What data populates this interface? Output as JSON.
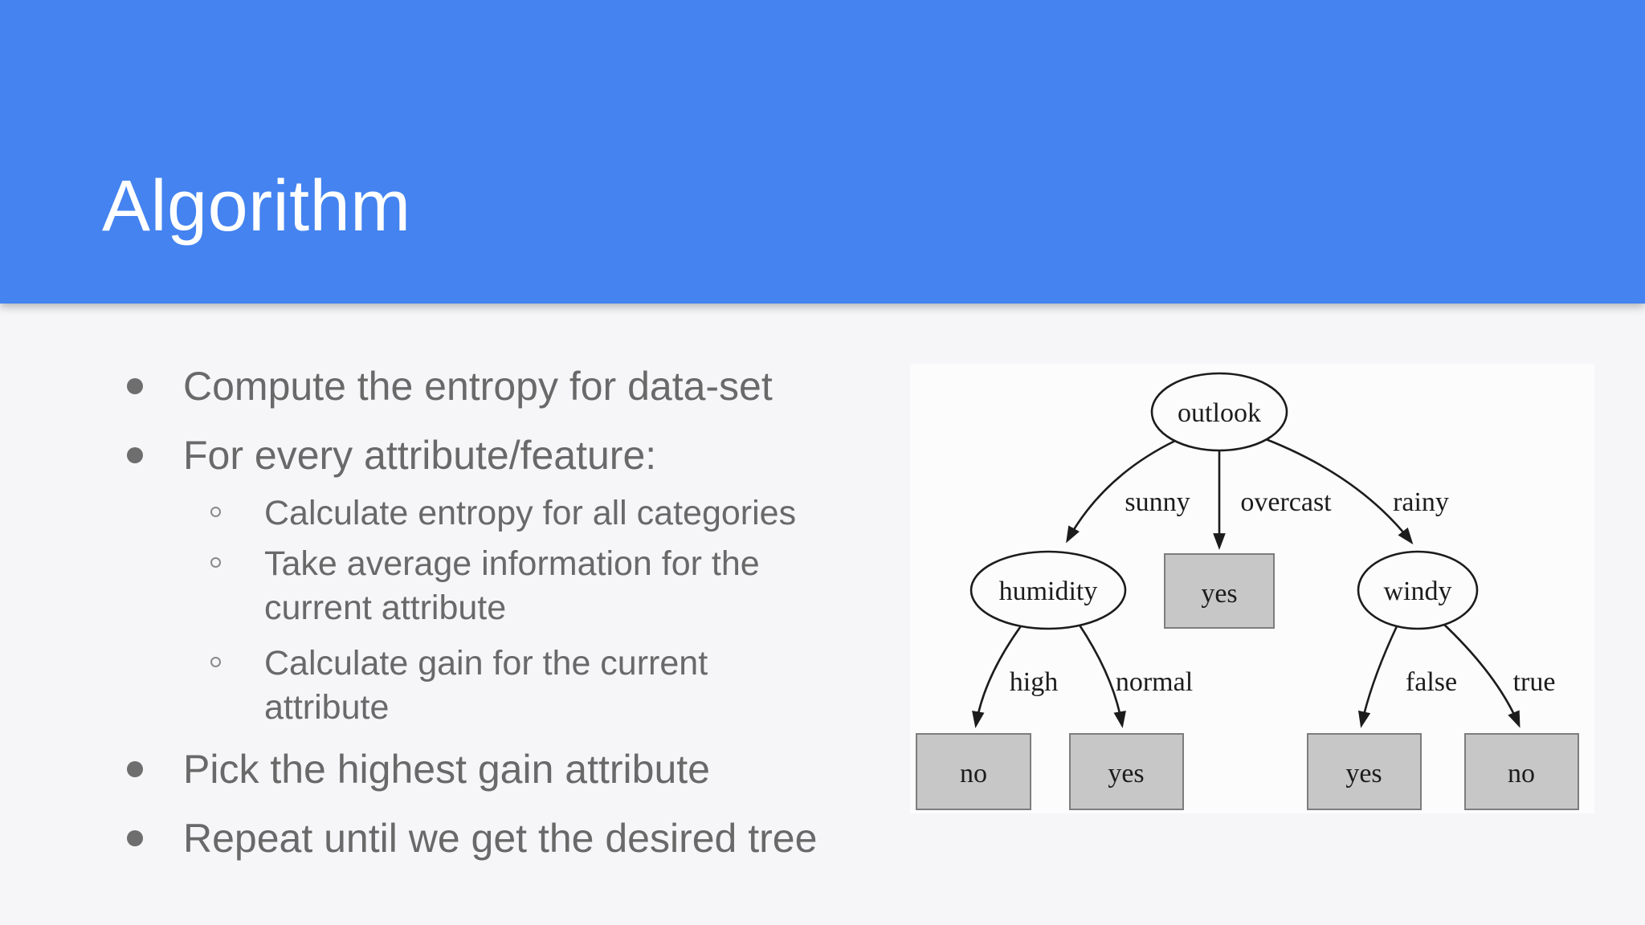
{
  "slide": {
    "title": "Algorithm",
    "colors": {
      "header_blue": "#4483f0",
      "background": "#f6f6f8",
      "body_text_gray": "#696969",
      "diagram_box_fill": "#c7c7c7",
      "diagram_line": "#1c1c1c",
      "title_text": "#ffffff"
    }
  },
  "content": {
    "bullets": [
      {
        "level": 1,
        "text": "Compute the entropy for data-set"
      },
      {
        "level": 1,
        "text": "For every attribute/feature:"
      },
      {
        "level": 2,
        "text": "Calculate entropy for all categories"
      },
      {
        "level": 2,
        "text": "Take average information for the current attribute"
      },
      {
        "level": 2,
        "text": "Calculate gain for the current attribute"
      },
      {
        "level": 1,
        "text": "Pick the highest gain attribute"
      },
      {
        "level": 1,
        "text": "Repeat until we get the desired tree"
      }
    ]
  },
  "diagram": {
    "type": "decision-tree",
    "nodes": [
      {
        "id": "outlook",
        "label": "outlook",
        "shape": "ellipse"
      },
      {
        "id": "humidity",
        "label": "humidity",
        "shape": "ellipse"
      },
      {
        "id": "yes_overcast",
        "label": "yes",
        "shape": "box"
      },
      {
        "id": "windy",
        "label": "windy",
        "shape": "ellipse"
      },
      {
        "id": "no_high",
        "label": "no",
        "shape": "box"
      },
      {
        "id": "yes_normal",
        "label": "yes",
        "shape": "box"
      },
      {
        "id": "yes_false",
        "label": "yes",
        "shape": "box"
      },
      {
        "id": "no_true",
        "label": "no",
        "shape": "box"
      }
    ],
    "edges": [
      {
        "from": "outlook",
        "to": "humidity",
        "label": "sunny"
      },
      {
        "from": "outlook",
        "to": "yes_overcast",
        "label": "overcast"
      },
      {
        "from": "outlook",
        "to": "windy",
        "label": "rainy"
      },
      {
        "from": "humidity",
        "to": "no_high",
        "label": "high"
      },
      {
        "from": "humidity",
        "to": "yes_normal",
        "label": "normal"
      },
      {
        "from": "windy",
        "to": "yes_false",
        "label": "false"
      },
      {
        "from": "windy",
        "to": "no_true",
        "label": "true"
      }
    ]
  }
}
